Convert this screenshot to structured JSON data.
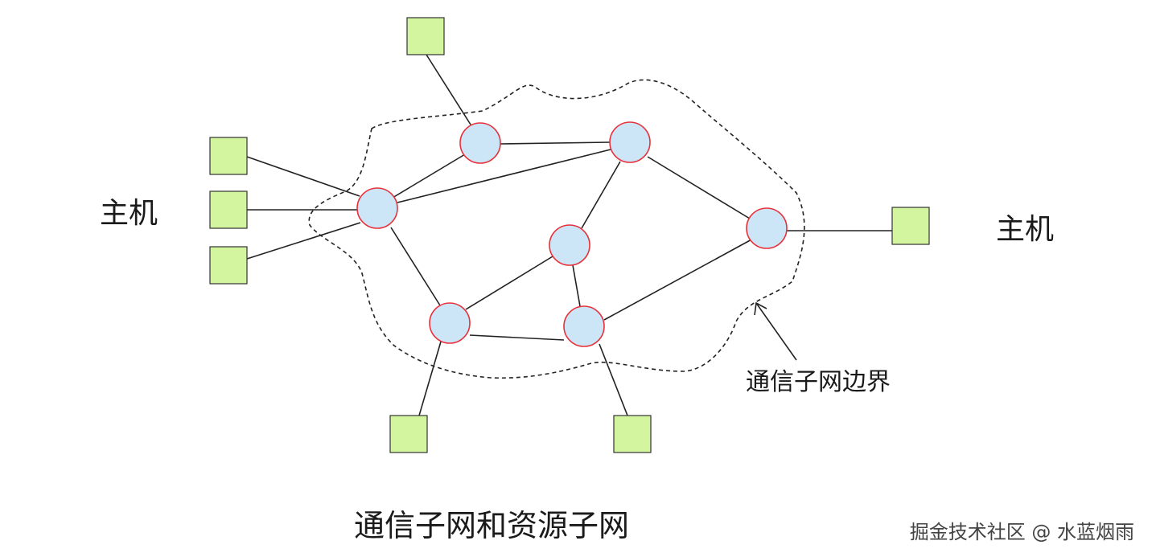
{
  "labels": {
    "host_left": "主机",
    "host_right": "主机",
    "subnet_boundary": "通信子网边界",
    "caption": "通信子网和资源子网"
  },
  "watermark": "掘金技术社区 @ 水蓝烟雨",
  "colors": {
    "router_fill": "#cce6f7",
    "router_stroke": "#e8303a",
    "host_fill": "#d4f5a0",
    "line": "#222222"
  }
}
